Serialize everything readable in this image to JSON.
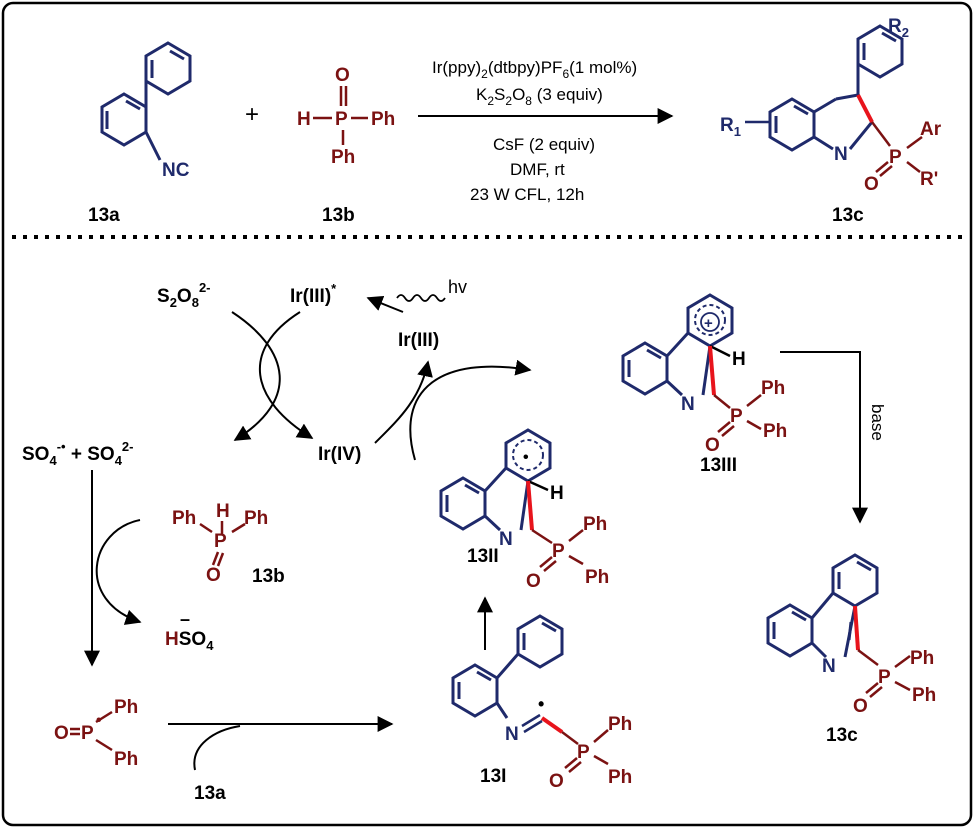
{
  "colors": {
    "ring": "#1f2a6b",
    "phosphorus": "#7b1212",
    "new_bond": "#e8141c",
    "text": "#000000",
    "frame": "#000000"
  },
  "top": {
    "plus": "+",
    "conditions": {
      "line1_pre": "Ir(ppy)",
      "line1_sub1": "2",
      "line1_mid": "(dtbpy)PF",
      "line1_sub2": "6",
      "line1_post": "(1 mol%)",
      "line2_pre": "K",
      "line2_sub1": "2",
      "line2_mid1": "S",
      "line2_sub2": "2",
      "line2_mid2": "O",
      "line2_sub3": "8",
      "line2_post": " (3 equiv)",
      "line3": "CsF (2 equiv)",
      "line4": "DMF, rt",
      "line5": "23 W CFL, 12h"
    },
    "labels": {
      "a": "13a",
      "b": "13b",
      "c": "13c"
    },
    "atoms": {
      "NC": "NC",
      "O": "O",
      "H": "H",
      "P": "P",
      "Ph": "Ph",
      "N": "N",
      "Ar": "Ar",
      "Rp": "R'",
      "R": "R",
      "one": "1",
      "two": "2"
    }
  },
  "mechanism": {
    "persulfate": {
      "S": "S",
      "s2": "2",
      "O": "O",
      "s8": "8",
      "charge": "2-"
    },
    "ir_star": {
      "text": "Ir(III)",
      "star": "*"
    },
    "ir3": "Ir(III)",
    "ir4": "Ir(IV)",
    "hv": "hv",
    "sulfate": {
      "SO": "SO",
      "sub4": "4",
      "rad": "-•",
      "plus": " + SO",
      "sub4b": "4",
      "charge2": "2-"
    },
    "hso4": {
      "H": "H",
      "SO": "SO",
      "sub": "4",
      "minus": "–"
    },
    "base": "base",
    "labels": {
      "b": "13b",
      "a": "13a",
      "I": "13I",
      "II": "13II",
      "III": "13III",
      "c": "13c"
    },
    "atoms": {
      "Ph": "Ph",
      "P": "P",
      "O": "O",
      "H": "H",
      "N": "N",
      "dot": "•",
      "plus_circle": "+"
    }
  }
}
